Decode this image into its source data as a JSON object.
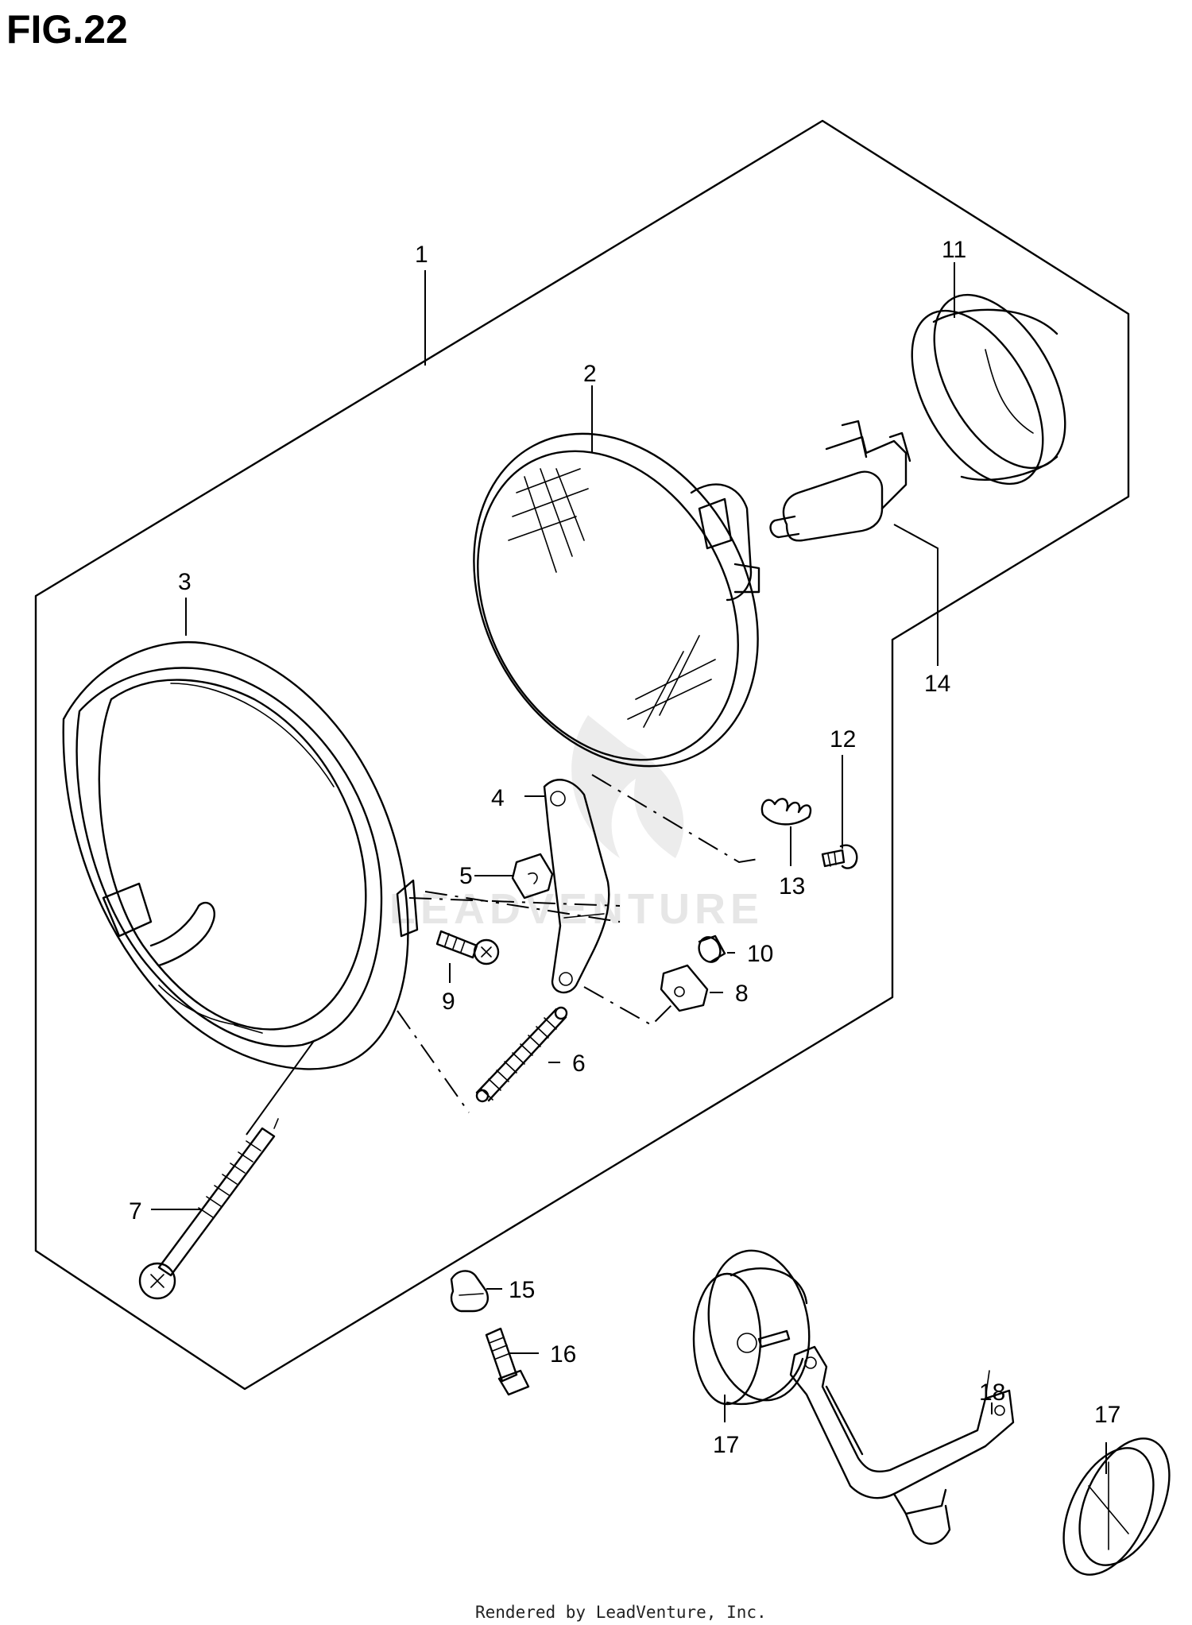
{
  "figure": {
    "title": "FIG.22"
  },
  "callouts": [
    {
      "id": "1",
      "label": "1"
    },
    {
      "id": "2",
      "label": "2"
    },
    {
      "id": "3",
      "label": "3"
    },
    {
      "id": "4",
      "label": "4"
    },
    {
      "id": "5",
      "label": "5"
    },
    {
      "id": "6",
      "label": "6"
    },
    {
      "id": "7",
      "label": "7"
    },
    {
      "id": "8",
      "label": "8"
    },
    {
      "id": "9",
      "label": "9"
    },
    {
      "id": "10",
      "label": "10"
    },
    {
      "id": "11",
      "label": "11"
    },
    {
      "id": "12",
      "label": "12"
    },
    {
      "id": "13",
      "label": "13"
    },
    {
      "id": "14",
      "label": "14"
    },
    {
      "id": "15",
      "label": "15"
    },
    {
      "id": "16",
      "label": "16"
    },
    {
      "id": "17a",
      "label": "17"
    },
    {
      "id": "17b",
      "label": "17"
    },
    {
      "id": "18",
      "label": "18"
    }
  ],
  "watermark": {
    "text": "LEADVENTURE"
  },
  "footer": {
    "credit": "Rendered by LeadVenture, Inc."
  }
}
